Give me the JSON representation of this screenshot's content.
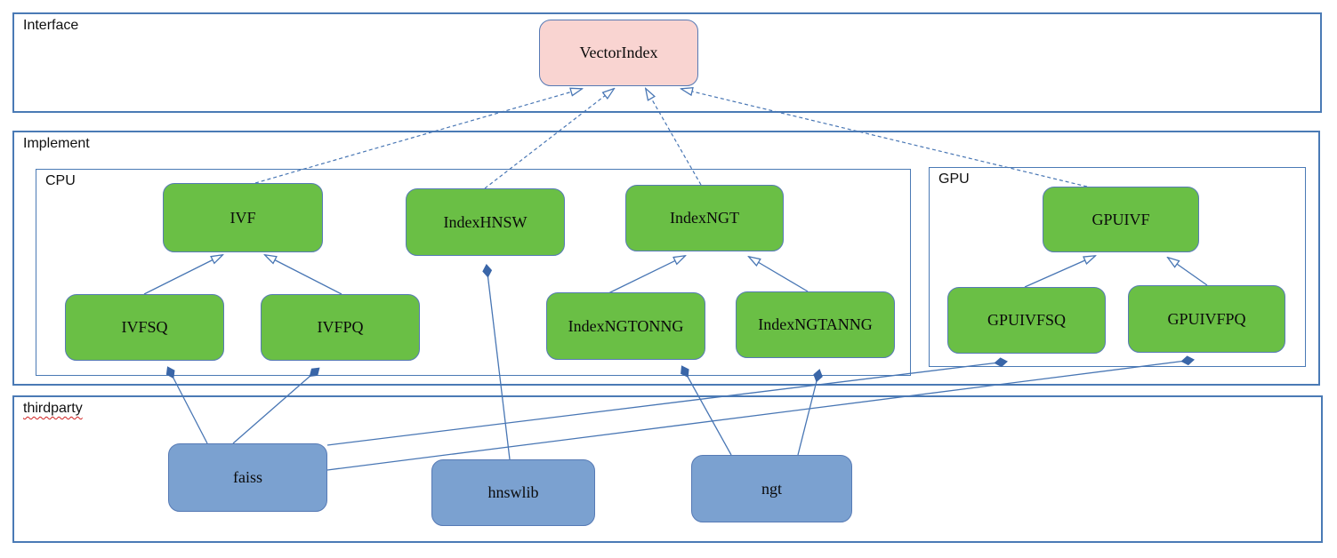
{
  "sections": {
    "interface": {
      "label": "Interface"
    },
    "implement": {
      "label": "Implement"
    },
    "cpu": {
      "label": "CPU"
    },
    "gpu": {
      "label": "GPU"
    },
    "thirdparty": {
      "label": "thirdparty"
    }
  },
  "nodes": {
    "vectorindex": {
      "label": "VectorIndex"
    },
    "ivf": {
      "label": "IVF"
    },
    "indexhnsw": {
      "label": "IndexHNSW"
    },
    "indexngt": {
      "label": "IndexNGT"
    },
    "gpuivf": {
      "label": "GPUIVF"
    },
    "ivfsq": {
      "label": "IVFSQ"
    },
    "ivfpq": {
      "label": "IVFPQ"
    },
    "indexngtonng": {
      "label": "IndexNGTONNG"
    },
    "indexngtanng": {
      "label": "IndexNGTANNG"
    },
    "gpuivfsq": {
      "label": "GPUIVFSQ"
    },
    "gpuivfpq": {
      "label": "GPUIVFPQ"
    },
    "faiss": {
      "label": "faiss"
    },
    "hnswlib": {
      "label": "hnswlib"
    },
    "ngt": {
      "label": "ngt"
    }
  },
  "edges": [
    {
      "from": "IVF",
      "to": "VectorIndex",
      "type": "realization-dashed"
    },
    {
      "from": "IndexHNSW",
      "to": "VectorIndex",
      "type": "realization-dashed"
    },
    {
      "from": "IndexNGT",
      "to": "VectorIndex",
      "type": "realization-dashed"
    },
    {
      "from": "GPUIVF",
      "to": "VectorIndex",
      "type": "realization-dashed"
    },
    {
      "from": "IVFSQ",
      "to": "IVF",
      "type": "inheritance"
    },
    {
      "from": "IVFPQ",
      "to": "IVF",
      "type": "inheritance"
    },
    {
      "from": "IndexNGTONNG",
      "to": "IndexNGT",
      "type": "inheritance"
    },
    {
      "from": "IndexNGTANNG",
      "to": "IndexNGT",
      "type": "inheritance"
    },
    {
      "from": "GPUIVFSQ",
      "to": "GPUIVF",
      "type": "inheritance"
    },
    {
      "from": "GPUIVFPQ",
      "to": "GPUIVF",
      "type": "inheritance"
    },
    {
      "from": "faiss",
      "to": "IVFSQ",
      "type": "composition"
    },
    {
      "from": "faiss",
      "to": "IVFPQ",
      "type": "composition"
    },
    {
      "from": "faiss",
      "to": "GPUIVFSQ",
      "type": "composition"
    },
    {
      "from": "faiss",
      "to": "GPUIVFPQ",
      "type": "composition"
    },
    {
      "from": "hnswlib",
      "to": "IndexHNSW",
      "type": "composition"
    },
    {
      "from": "ngt",
      "to": "IndexNGTONNG",
      "type": "composition"
    },
    {
      "from": "ngt",
      "to": "IndexNGTANNG",
      "type": "composition"
    }
  ],
  "colors": {
    "interface_node_fill": "#f9d4d1",
    "implement_node_fill": "#6abf45",
    "thirdparty_node_fill": "#7ba1d0",
    "frame_border": "#4a7ab5",
    "connector": "#4876b4",
    "diamond_fill": "#3a66a8",
    "spellcheck_underline": "#cf2020"
  }
}
